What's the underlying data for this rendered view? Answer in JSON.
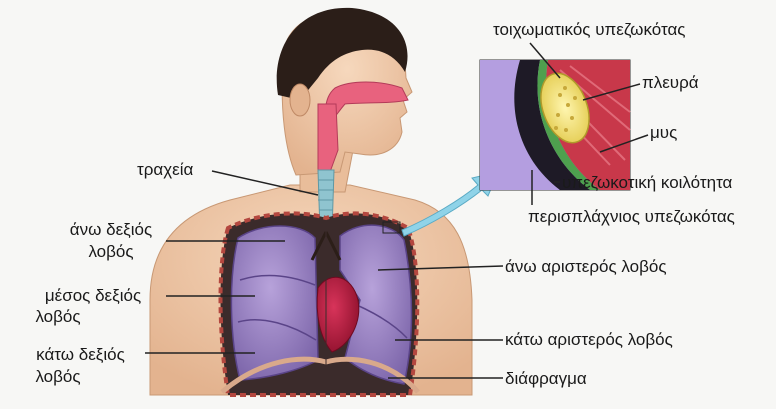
{
  "labels": {
    "trachea": "τραχεία",
    "upper_right_lobe_line1": "άνω δεξιός",
    "upper_right_lobe_line2": "λοβός",
    "middle_right_lobe_line1": "μέσος δεξιός",
    "middle_right_lobe_line2": "λοβός",
    "lower_right_lobe_line1": "κάτω δεξιός",
    "lower_right_lobe_line2": "λοβός",
    "upper_left_lobe": "άνω αριστερός λοβός",
    "lower_left_lobe": "κάτω αριστερός λοβός",
    "diaphragm": "διάφραγμα",
    "parietal_pleura": "τοιχωματικός υπεζωκότας",
    "rib": "πλευρά",
    "muscle": "μυς",
    "pleural_cavity": "υπεζωκοτική κοιλότητα",
    "visceral_pleura": "περισπλάχνιος υπεζωκότας"
  },
  "colors": {
    "lung": "#9b82c4",
    "lung_dark": "#7a63a8",
    "heart": "#b01a3a",
    "airway": "#e8627e",
    "trachea": "#8fc4cf",
    "skin": "#f0c9a8",
    "hair": "#2b1e18",
    "arrow": "#8fd3e8",
    "leader": "#222222"
  }
}
